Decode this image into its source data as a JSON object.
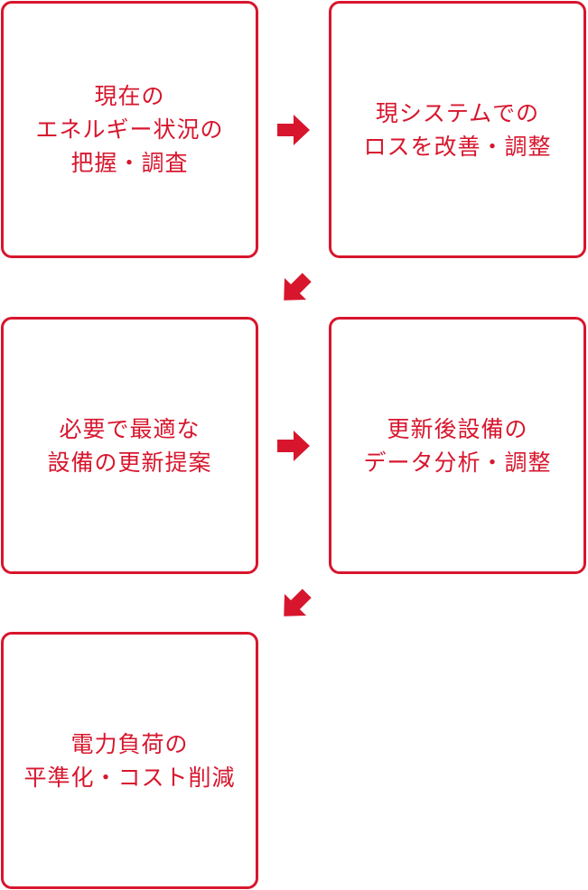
{
  "colors": {
    "accent": "#d7162d",
    "background": "#ffffff"
  },
  "steps": [
    {
      "lines": [
        "現在の",
        "エネルギー状況の",
        "把握・調査"
      ]
    },
    {
      "lines": [
        "現システムでの",
        "ロスを改善・調整"
      ]
    },
    {
      "lines": [
        "必要で最適な",
        "設備の更新提案"
      ]
    },
    {
      "lines": [
        "更新後設備の",
        "データ分析・調整"
      ]
    },
    {
      "lines": [
        "電力負荷の",
        "平準化・コスト削減"
      ]
    }
  ],
  "arrows": [
    {
      "icon": "arrow-right-icon"
    },
    {
      "icon": "arrow-down-left-icon"
    },
    {
      "icon": "arrow-right-icon"
    },
    {
      "icon": "arrow-down-left-icon"
    }
  ]
}
